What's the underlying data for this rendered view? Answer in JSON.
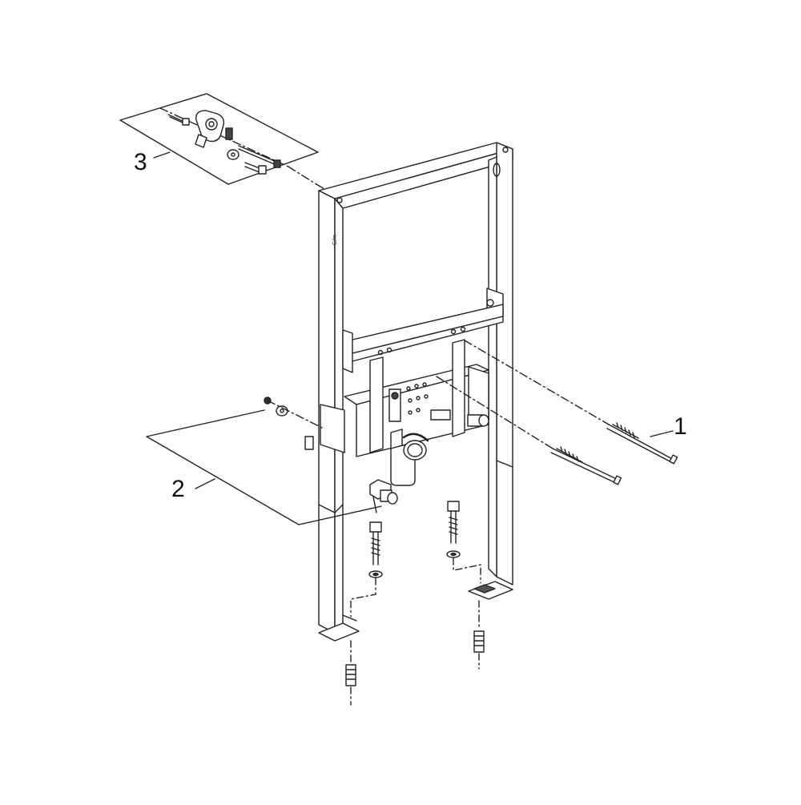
{
  "colors": {
    "line": "#222222",
    "fill": "#ffffff",
    "hatch": "#555555"
  },
  "callouts": [
    {
      "number": "1"
    },
    {
      "number": "2"
    },
    {
      "number": "3"
    }
  ],
  "frame_marking": "G/m",
  "icons": [
    "frame-icon",
    "anchor-rod-icon",
    "bolt-icon",
    "dowel-icon",
    "elbow-fitting-icon",
    "wall-bracket-icon"
  ]
}
